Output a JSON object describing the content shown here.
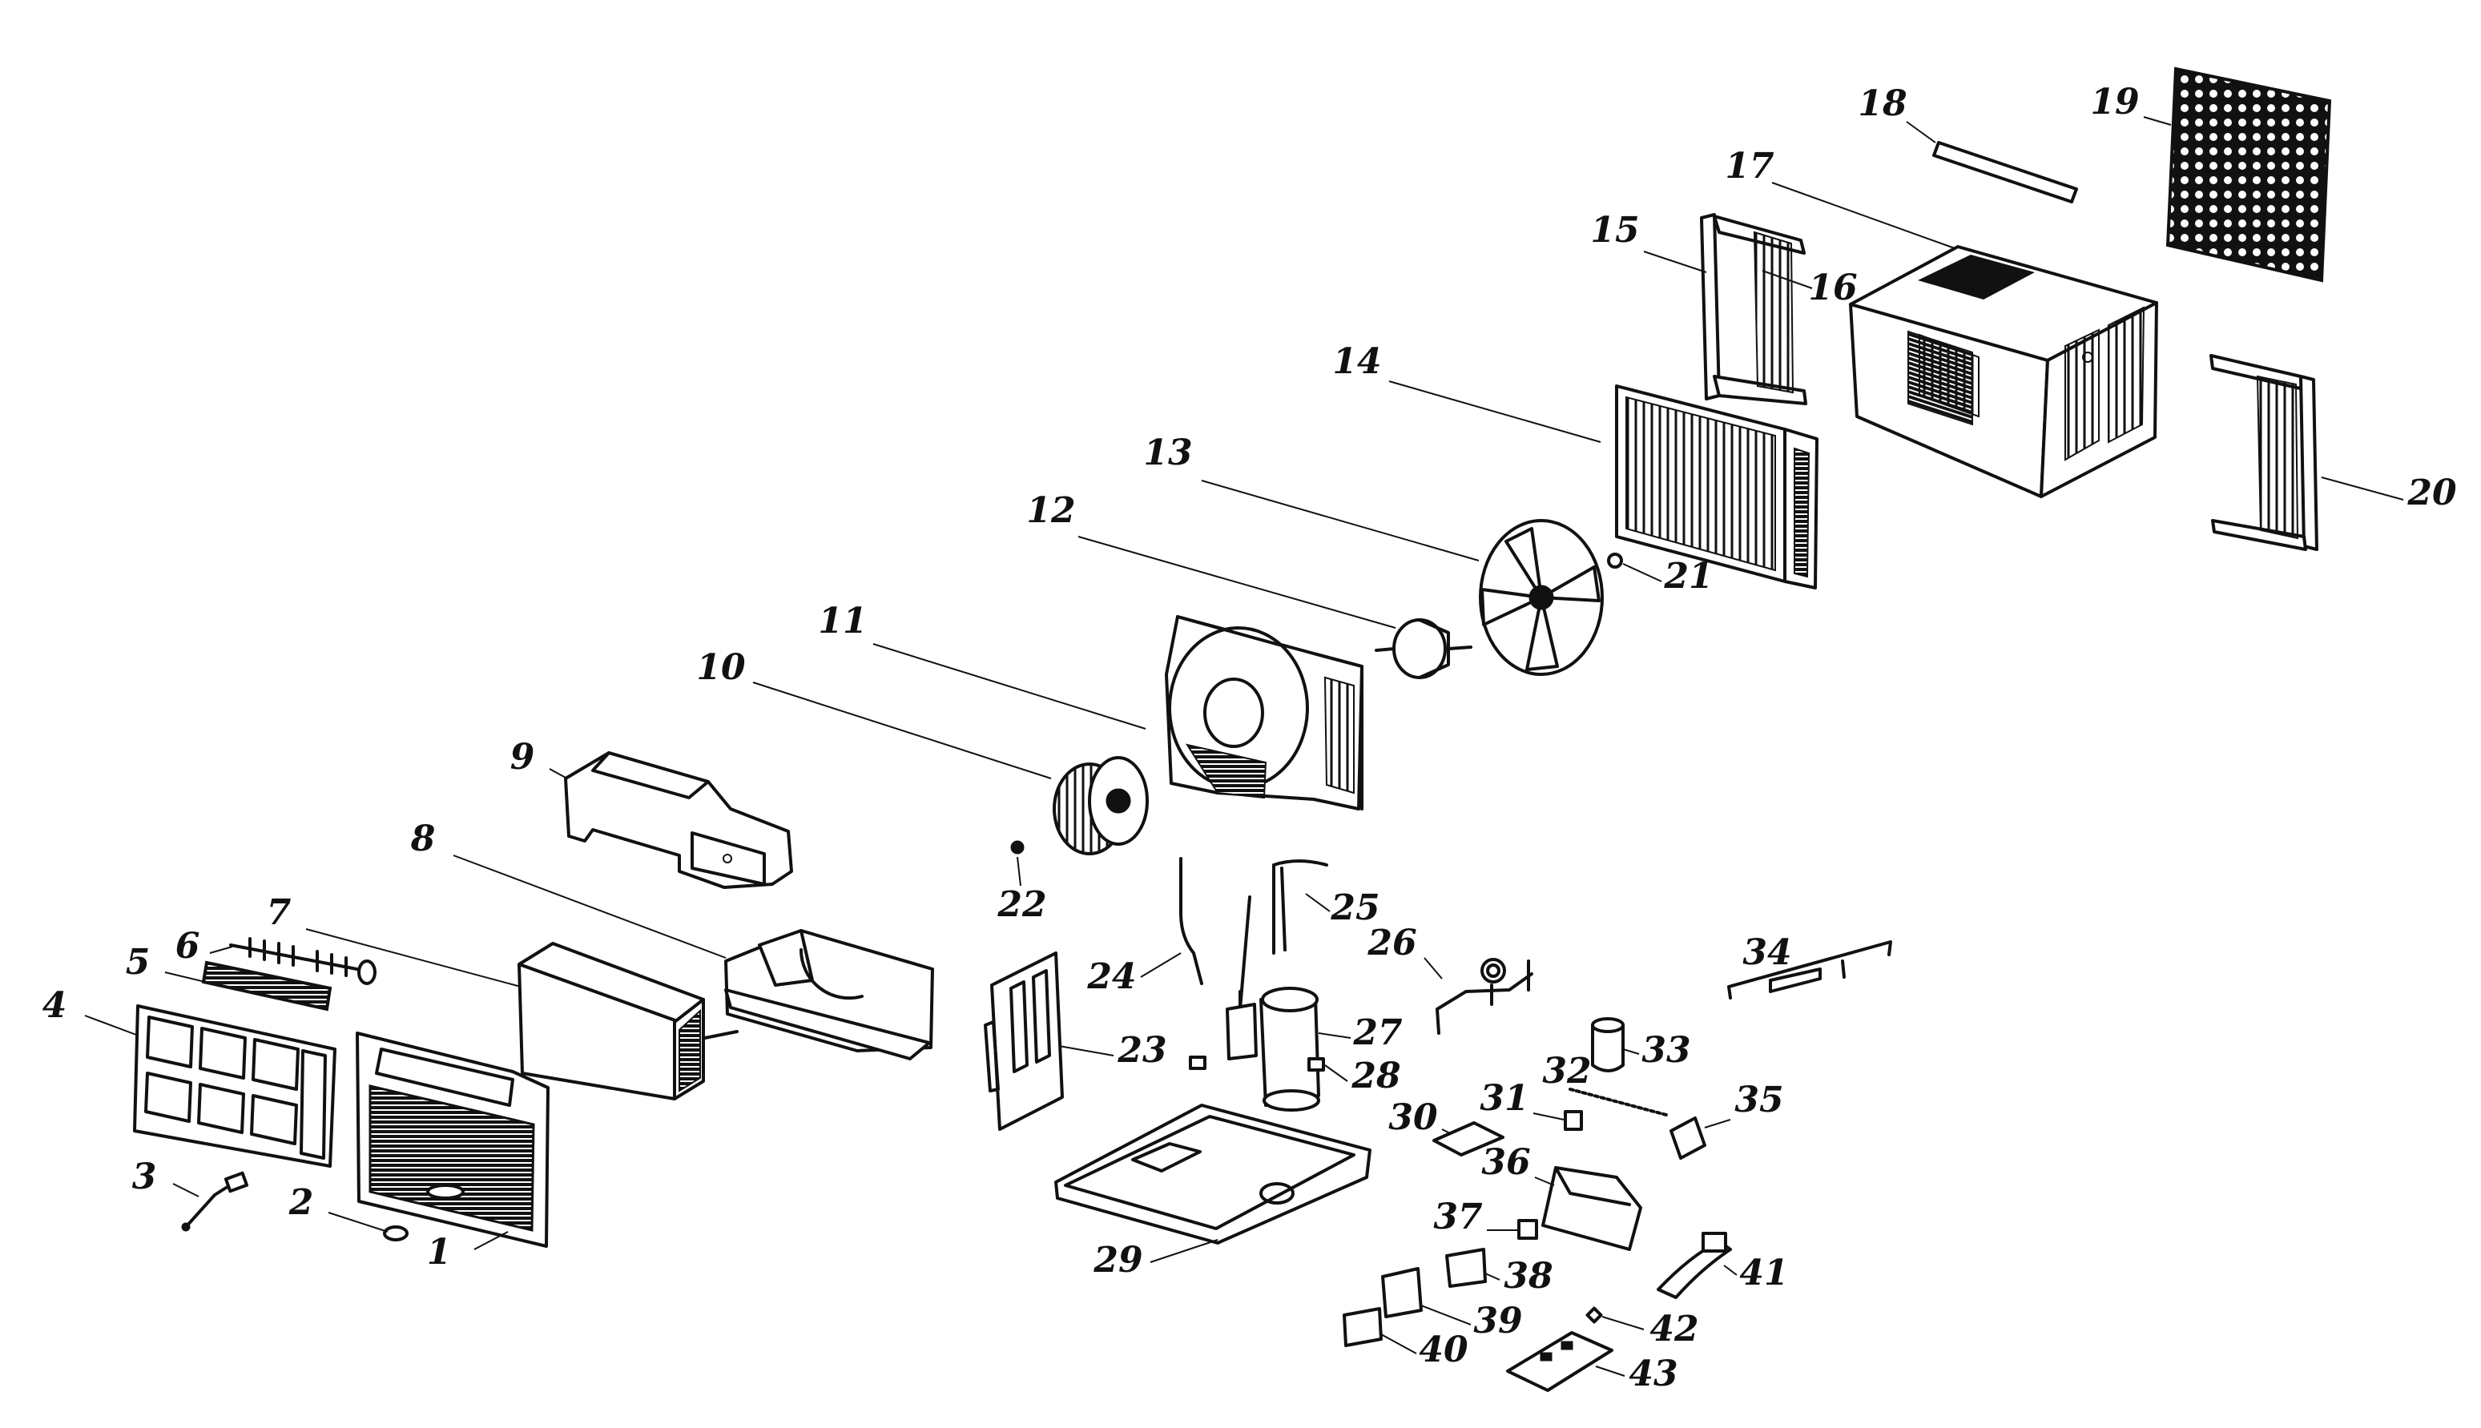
{
  "callouts": [
    "1",
    "2",
    "3",
    "4",
    "5",
    "6",
    "7",
    "8",
    "9",
    "10",
    "11",
    "12",
    "13",
    "14",
    "15",
    "16",
    "17",
    "18",
    "19",
    "20",
    "21",
    "22",
    "23",
    "24",
    "25",
    "26",
    "27",
    "28",
    "29",
    "30",
    "31",
    "32",
    "33",
    "34",
    "35",
    "36",
    "37",
    "38",
    "39",
    "40",
    "41",
    "42",
    "43"
  ]
}
